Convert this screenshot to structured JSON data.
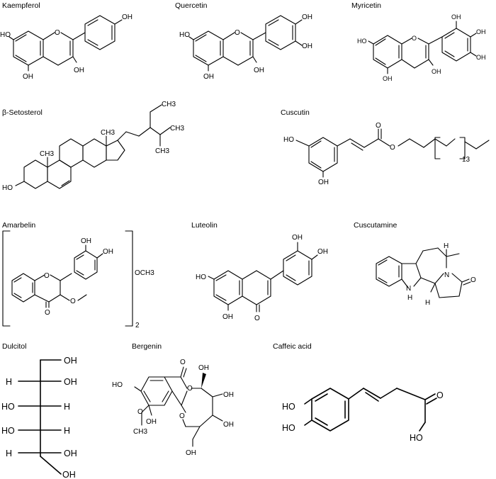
{
  "compounds": {
    "kaempferol": {
      "title": "Kaempferol",
      "ho1": "HO",
      "oh_top": "OH",
      "oh3": "OH",
      "oh5": "OH"
    },
    "quercetin": {
      "title": "Quercetin",
      "ho1": "HO",
      "oh_a": "OH",
      "oh_b": "OH",
      "oh3": "OH",
      "oh5": "OH"
    },
    "myricetin": {
      "title": "Myricetin",
      "ho1": "HO",
      "oh_a": "OH",
      "oh_b": "OH",
      "oh_c": "OH",
      "oh3": "OH",
      "oh5": "OH",
      "o_ring": "O"
    },
    "setosterol": {
      "title": "β-Setosterol",
      "ch3_top": "CH3",
      "ch3_right": "CH3",
      "ch3_low": "CH3",
      "ch3_c13": "CH3",
      "ch3_c10": "CH3",
      "ho": "HO"
    },
    "cuscutin": {
      "title": "Cuscutin",
      "ho_top": "HO",
      "oh_bottom": "OH",
      "o_ester": "O",
      "o_carbonyl": "O",
      "repeat": "13"
    },
    "amarbelin": {
      "title": "Amarbelin",
      "o_ring": "O",
      "o_keto": "O",
      "o_methoxy": "O",
      "oh_a": "OH",
      "oh_b": "OH",
      "och3": "OCH3",
      "subscript": "2"
    },
    "luteolin": {
      "title": "Luteolin",
      "ho": "HO",
      "oh_a": "OH",
      "oh_b": "OH",
      "oh_bottom": "OH",
      "o_keto": "O"
    },
    "cuscutamine": {
      "title": "Cuscutamine",
      "h_top": "H",
      "n_ring": "N",
      "nh_n": "N",
      "nh_h": "H",
      "h_bottom": "H",
      "o_keto": "O"
    },
    "dulcitol": {
      "title": "Dulcitol",
      "r1_right": "OH",
      "r2_left": "H",
      "r2_right": "OH",
      "r3_left": "HO",
      "r3_right": "H",
      "r4_left": "HO",
      "r4_right": "H",
      "r5_left": "H",
      "r5_right": "OH",
      "r6_right": "OH"
    },
    "bergenin": {
      "title": "Bergenin",
      "ho": "HO",
      "o_carbonyl": "O",
      "o_lactone": "O",
      "oh_wedge": "OH",
      "oh_right1": "OH",
      "oh_right2": "OH",
      "o_pyran": "O",
      "oh_bottom": "OH",
      "oh_arom": "OH",
      "o_methoxy": "O",
      "ch3": "CH3"
    },
    "caffeic": {
      "title": "Caffeic acid",
      "ho_a": "HO",
      "ho_b": "HO",
      "o_carbonyl": "O",
      "ho_acid": "HO"
    }
  }
}
